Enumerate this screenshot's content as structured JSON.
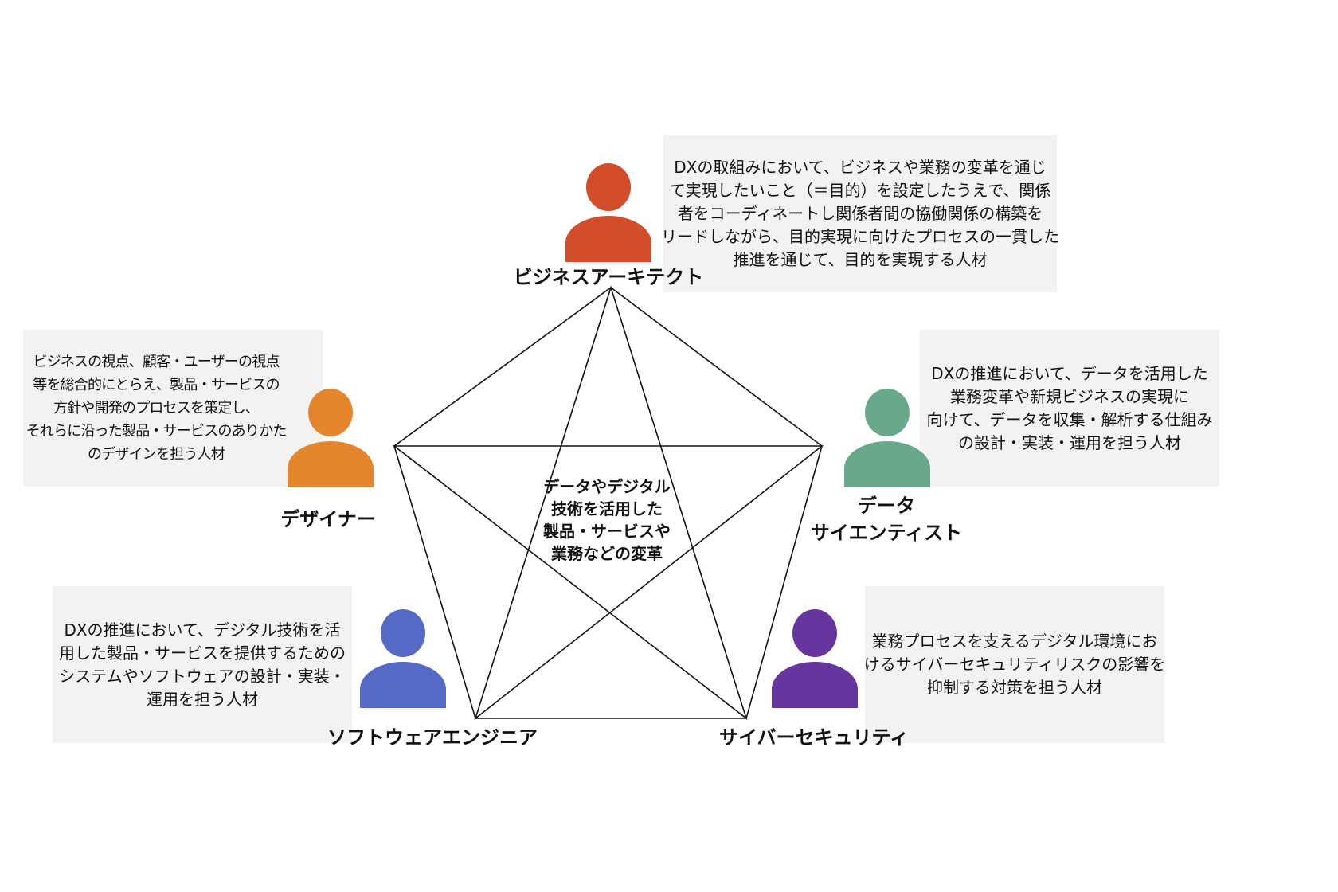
{
  "center_text": [
    "データやデジタル",
    "技術を活用した",
    "製品・サービスや",
    "業務などの変革"
  ],
  "roles": {
    "business_architect": {
      "label": [
        "ビジネスアーキテクト"
      ],
      "color": "#D24D29",
      "description": [
        "DXの取組みにおいて、ビジネスや業務の変革を通じ",
        "て実現したいこと（＝目的）を設定したうえで、関係",
        "者をコーディネートし関係者間の協働関係の構築を",
        "リードしながら、目的実現に向けたプロセスの一貫した",
        "推進を通じて、目的を実現する人材"
      ]
    },
    "designer": {
      "label": [
        "デザイナー"
      ],
      "color": "#E5862F",
      "description": [
        "ビジネスの視点、顧客・ユーザーの視点",
        "等を総合的にとらえ、製品・サービスの",
        "方針や開発のプロセスを策定し、",
        "それらに沿った製品・サービスのありかた",
        "のデザインを担う人材"
      ]
    },
    "data_scientist": {
      "label": [
        "データ",
        "サイエンティスト"
      ],
      "color": "#68A98B",
      "description": [
        "DXの推進において、データを活用した",
        "業務変革や新規ビジネスの実現に",
        "向けて、データを収集・解析する仕組み",
        "の設計・実装・運用を担う人材"
      ]
    },
    "software_engineer": {
      "label": [
        "ソフトウェアエンジニア"
      ],
      "color": "#5569C5",
      "description": [
        "DXの推進において、デジタル技術を活",
        "用した製品・サービスを提供するための",
        "システムやソフトウェアの設計・実装・",
        "運用を担う人材"
      ]
    },
    "cyber_security": {
      "label": [
        "サイバーセキュリティ"
      ],
      "color": "#67359E",
      "description": [
        "業務プロセスを支えるデジタル環境にお",
        "けるサイバーセキュリティリスクの影響を",
        "抑制する対策を担う人材"
      ]
    }
  }
}
